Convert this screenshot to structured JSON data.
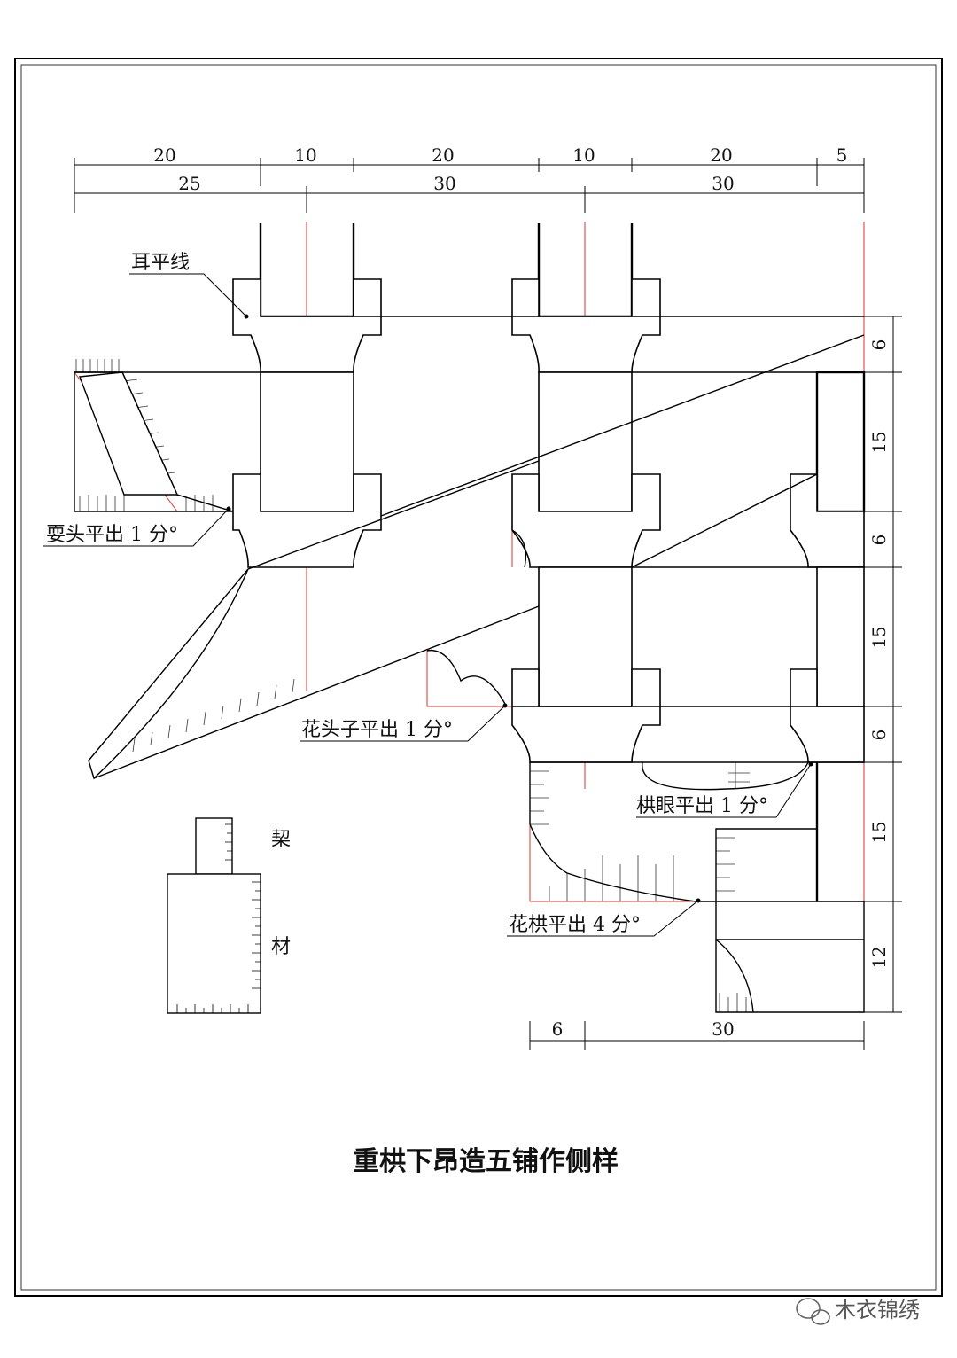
{
  "drawing": {
    "title": "重栱下昂造五铺作侧样",
    "top_dims_row1": [
      "20",
      "10",
      "20",
      "10",
      "20",
      "5"
    ],
    "top_dims_row2": [
      "25",
      "30",
      "30"
    ],
    "right_dims": [
      "6",
      "15",
      "6",
      "15",
      "6",
      "15",
      "12"
    ],
    "bottom_dims": [
      "6",
      "30"
    ],
    "labels": {
      "er_ping_xian": "耳平线",
      "shua_tou": "耍头平出 1 分°",
      "hua_tou_zi": "花头子平出 1 分°",
      "gong_yan": "栱眼平出 1 分°",
      "hua_gong": "花栱平出 4 分°"
    },
    "legend": {
      "qi": "栔",
      "cai": "材"
    },
    "watermark": "木衣锦绣",
    "colors": {
      "line": "#000000",
      "guide": "#e03030",
      "text": "#111111"
    }
  }
}
